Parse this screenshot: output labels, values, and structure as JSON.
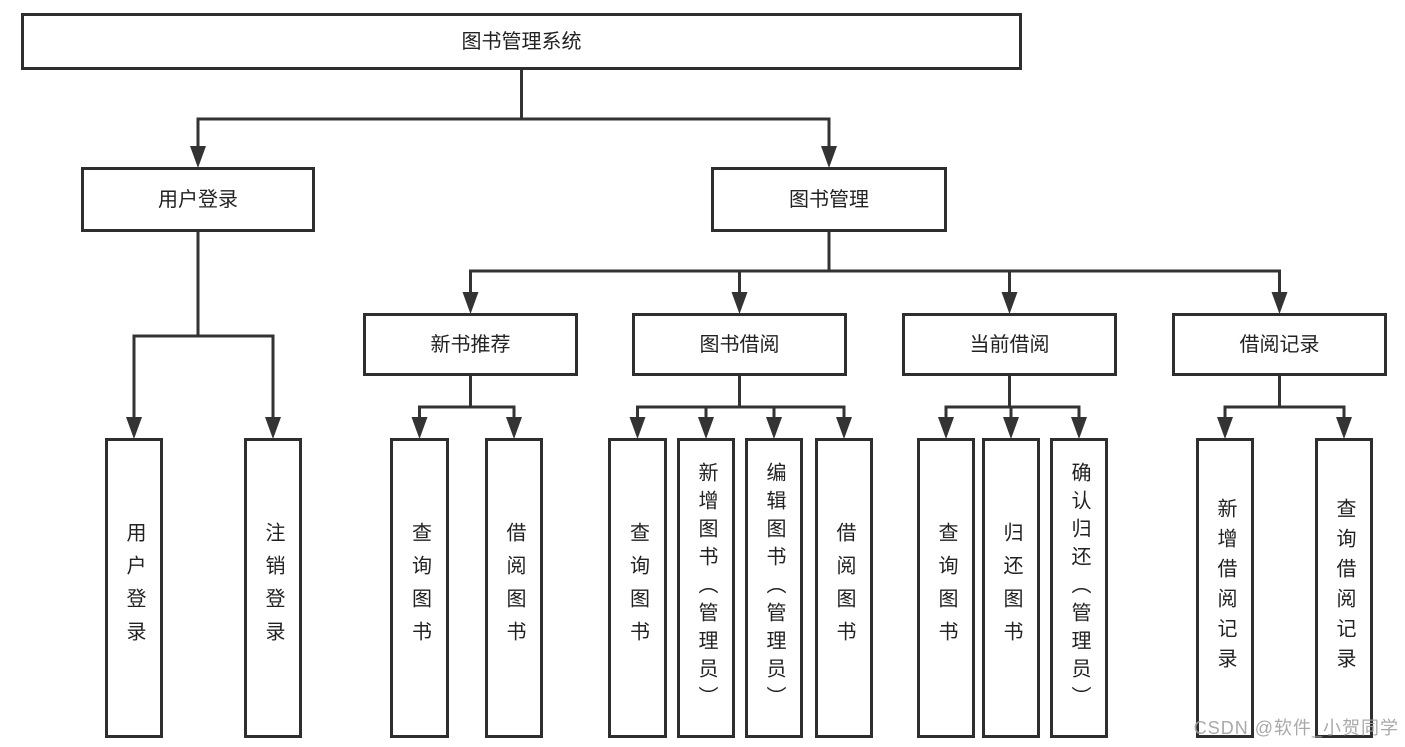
{
  "nodes": {
    "root": "图书管理系统",
    "user_login": "用户登录",
    "book_management": "图书管理",
    "new_book_recommend": "新书推荐",
    "book_borrowing": "图书借阅",
    "current_borrowing": "当前借阅",
    "borrowing_records": "借阅记录"
  },
  "leaves": {
    "user_login": [
      "用户登录",
      "注销登录"
    ],
    "new_book_recommend": [
      "查询图书",
      "借阅图书"
    ],
    "book_borrowing": [
      "查询图书",
      "新增图书（管理员）",
      "编辑图书（管理员）",
      "借阅图书"
    ],
    "current_borrowing": [
      "查询图书",
      "归还图书",
      "确认归还（管理员）"
    ],
    "borrowing_records": [
      "新增借阅记录",
      "查询借阅记录"
    ]
  },
  "watermark": "CSDN @软件_小贺同学",
  "colors": {
    "line": "#333333",
    "box_border": "#2e2e2e",
    "text": "#222222",
    "watermark": "#a0a0a0",
    "background": "#ffffff"
  }
}
